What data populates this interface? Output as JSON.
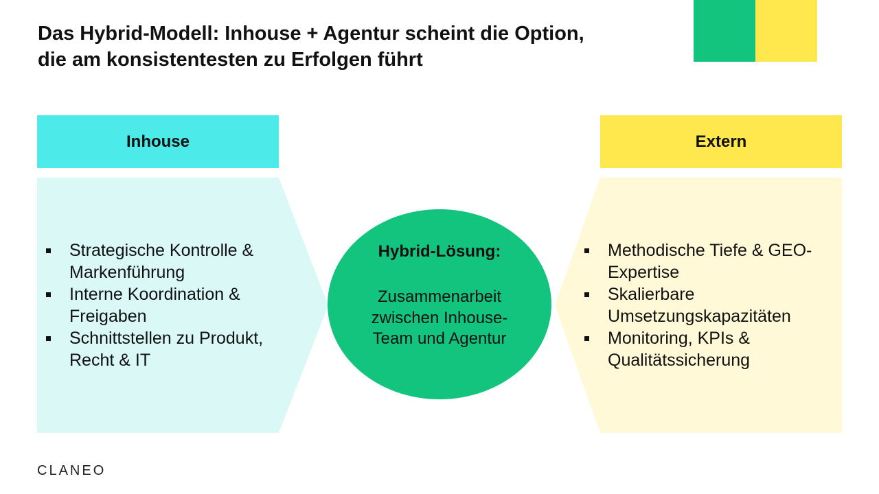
{
  "slide": {
    "title_lines": [
      "Das Hybrid-Modell: Inhouse + Agentur scheint die Option,",
      "die am konsistentesten zu Erfolgen führt"
    ]
  },
  "colors": {
    "green": "#12c47e",
    "yellow": "#ffe84d",
    "cyan": "#4deaea",
    "light_cyan": "#d9f8f6",
    "light_yellow": "#fff9d8"
  },
  "inhouse": {
    "label": "Inhouse",
    "items": [
      "Strategische Kontrolle & Markenführung",
      "Interne Koordination & Freigaben",
      "Schnittstellen zu Produkt, Recht & IT"
    ]
  },
  "hybrid": {
    "title": "Hybrid-Lösung:",
    "text": "Zusammenarbeit zwischen Inhouse-Team und Agentur"
  },
  "extern": {
    "label": "Extern",
    "items": [
      "Methodische Tiefe & GEO-Expertise",
      "Skalierbare Umsetzungskapazitäten",
      "Monitoring, KPIs & Qualitätssicherung"
    ]
  },
  "footer": {
    "logo": "CLANEO"
  }
}
